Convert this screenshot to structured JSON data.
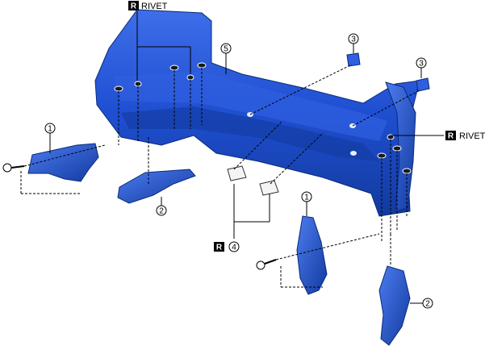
{
  "callouts": {
    "rivet_r": "R",
    "rivet_text": "RIVET",
    "part_1": "1",
    "part_2": "2",
    "part_3": "3",
    "part_4": "4",
    "part_5": "5",
    "part_4_r": "R"
  },
  "colors": {
    "part_blue": "#1f4fd1",
    "part_dark": "#0f2f8f",
    "part_light": "#4c7cf0",
    "label_box": "#000000"
  }
}
